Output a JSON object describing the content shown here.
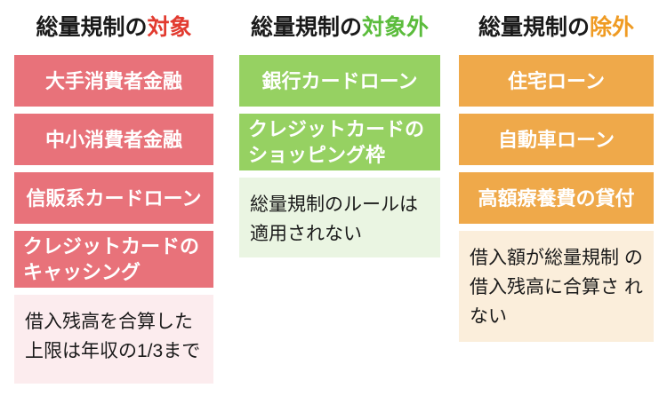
{
  "diagram": {
    "title_prefix": "総量規制の",
    "columns": [
      {
        "id": "taisho",
        "header_plain": "総量規制の",
        "header_highlight": "対象",
        "accent_color": "#e8727a",
        "highlight_color": "#e23b30",
        "note_bg": "#fcecee",
        "items": [
          {
            "label": "大手消費者金融",
            "lines": 1
          },
          {
            "label": "中小消費者金融",
            "lines": 1
          },
          {
            "label": "信販系カードローン",
            "lines": 1
          },
          {
            "label": "クレジットカードのキャッシング",
            "line1": "クレジットカードの",
            "line2": "キャッシング",
            "lines": 2
          }
        ],
        "note_line1": "借入残高を合算した",
        "note_line2": "上限は年収の1/3まで"
      },
      {
        "id": "taishogai",
        "header_plain": "総量規制の",
        "header_highlight": "対象外",
        "accent_color": "#96d162",
        "highlight_color": "#5bbc3c",
        "note_bg": "#eaf5e2",
        "items": [
          {
            "label": "銀行カードローン",
            "lines": 1
          },
          {
            "label": "クレジットカードのショッピング枠",
            "line1": "クレジットカードの",
            "line2": "ショッピング枠",
            "lines": 2
          }
        ],
        "note_line1": "総量規制のルールは",
        "note_line2": "適用されない"
      },
      {
        "id": "jogai",
        "header_plain": "総量規制の",
        "header_highlight": "除外",
        "accent_color": "#efa94a",
        "highlight_color": "#ef9b23",
        "note_bg": "#fbeedb",
        "items": [
          {
            "label": "住宅ローン",
            "lines": 1
          },
          {
            "label": "自動車ローン",
            "lines": 1
          },
          {
            "label": "高額療養費の貸付",
            "lines": 1
          }
        ],
        "note_line1": "借入額が総量規制",
        "note_line2": "の借入残高に合算さ",
        "note_line3": "れない"
      }
    ]
  }
}
